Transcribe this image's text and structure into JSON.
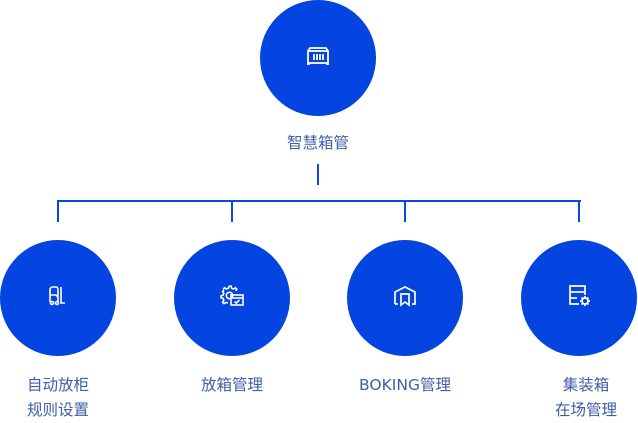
{
  "root": {
    "label": "智慧箱管",
    "icon": "container-icon"
  },
  "children": [
    {
      "label_line1": "自动放柜",
      "label_line2": "规则设置",
      "icon": "forklift-icon"
    },
    {
      "label_line1": "放箱管理",
      "label_line2": "",
      "icon": "gear-calendar-icon"
    },
    {
      "label_line1": "BOKING管理",
      "label_line2": "",
      "icon": "warehouse-icon"
    },
    {
      "label_line1": "集装箱",
      "label_line2": "在场管理",
      "icon": "list-gear-icon"
    }
  ],
  "colors": {
    "node_fill": "#0444e0",
    "connector": "#0b47e3",
    "label_text": "#3f5ea8",
    "icon_stroke": "#ffffff"
  }
}
